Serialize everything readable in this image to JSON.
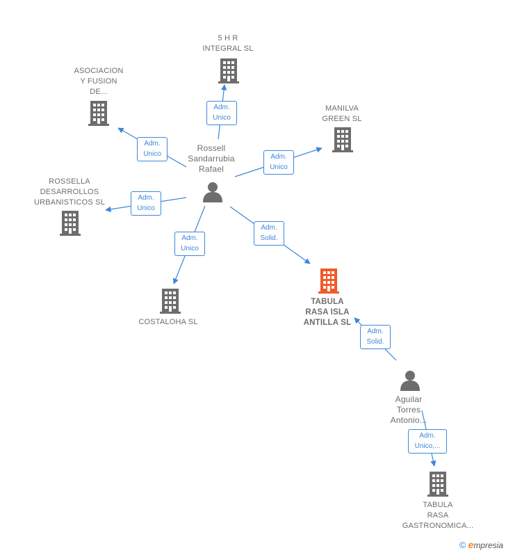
{
  "nodes": {
    "hr": {
      "lines": [
        "5 H R",
        "INTEGRAL  SL"
      ]
    },
    "asoc": {
      "lines": [
        "ASOCIACION",
        "Y FUSION",
        "DE..."
      ]
    },
    "manilva": {
      "lines": [
        "MANILVA",
        "GREEN SL"
      ]
    },
    "rossella": {
      "lines": [
        "ROSSELLA",
        "DESARROLLOS",
        "URBANISTICOS SL"
      ]
    },
    "costaloha": {
      "lines": [
        "COSTALOHA SL"
      ]
    },
    "tabula_rasa": {
      "lines": [
        "TABULA",
        "RASA ISLA",
        "ANTILLA  SL"
      ]
    },
    "tabula_gastro": {
      "lines": [
        "TABULA",
        "RASA",
        "GASTRONOMICA..."
      ]
    },
    "rossell": {
      "lines": [
        "Rossell",
        "Sandarrubia",
        "Rafael"
      ]
    },
    "aguilar": {
      "lines": [
        "Aguilar",
        "Torres",
        "Antonio..."
      ]
    }
  },
  "edges": {
    "e_hr": {
      "lines": [
        "Adm.",
        "Unico"
      ]
    },
    "e_asoc": {
      "lines": [
        "Adm.",
        "Unico"
      ]
    },
    "e_manilva": {
      "lines": [
        "Adm.",
        "Unico"
      ]
    },
    "e_rossella": {
      "lines": [
        "Adm.",
        "Unico"
      ]
    },
    "e_costaloha": {
      "lines": [
        "Adm.",
        "Unico"
      ]
    },
    "e_tabula1": {
      "lines": [
        "Adm.",
        "Solid."
      ]
    },
    "e_tabula2": {
      "lines": [
        "Adm.",
        "Solid."
      ]
    },
    "e_gastro": {
      "lines": [
        "Adm.",
        "Unico,..."
      ]
    }
  },
  "colors": {
    "edge": "#3d86d9",
    "company": "#6d6d6d",
    "highlight": "#f05a28",
    "person": "#6d6d6d"
  },
  "icons": {
    "company": "building-icon",
    "person": "person-icon"
  },
  "footer": {
    "copyright": "©",
    "brand_initial": "e",
    "brand_rest": "mpresia"
  }
}
